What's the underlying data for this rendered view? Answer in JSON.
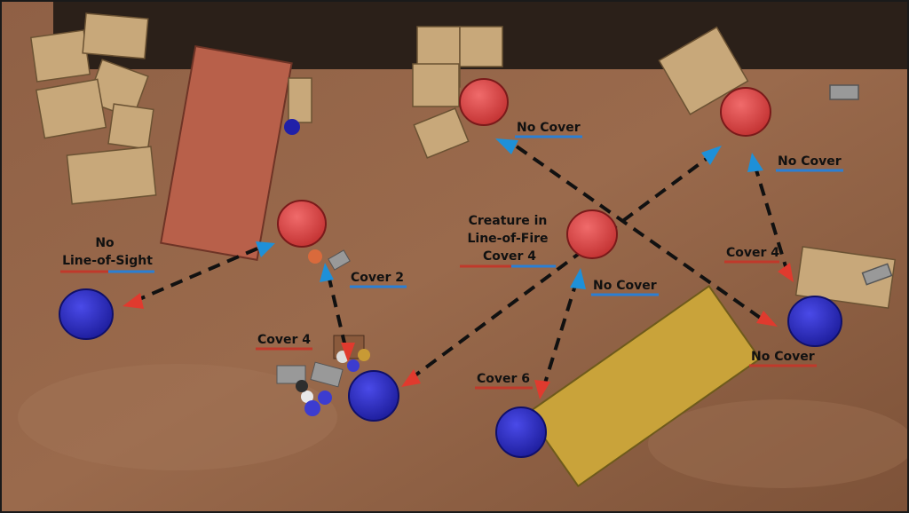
{
  "labels": {
    "no_los_line1": "No",
    "no_los_line2": "Line-of-Sight",
    "cover2": "Cover 2",
    "cover4_left": "Cover 4",
    "creature_line1": "Creature in",
    "creature_line2": "Line-of-Fire",
    "creature_line3": "Cover 4",
    "no_cover_mid": "No Cover",
    "no_cover_top": "No Cover",
    "no_cover_right": "No Cover",
    "cover4_right": "Cover 4",
    "no_cover_bottom_right": "No Cover",
    "cover6": "Cover 6"
  },
  "colors": {
    "ground": "#8a5a3e",
    "ground_light": "#a8785a",
    "enemy_red": "#d94545",
    "ally_blue": "#2b2bbf",
    "container_red": "#b8604a",
    "container_yellow": "#c9a33a",
    "crate": "#c8a87a",
    "arrow_red": "#e03a2e",
    "arrow_blue": "#1e90d8",
    "underline_red": "#c0392b",
    "underline_blue": "#2a7fd4"
  }
}
